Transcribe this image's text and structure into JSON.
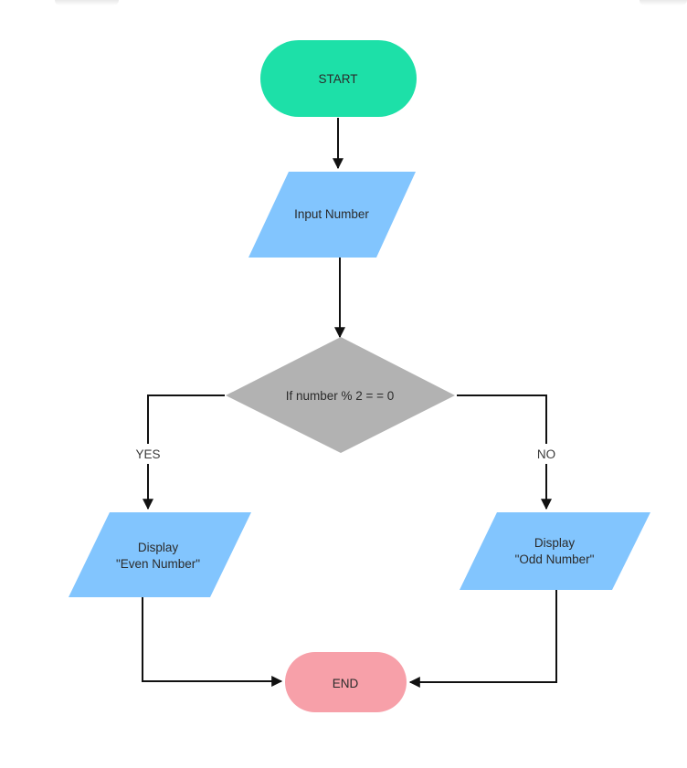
{
  "nodes": {
    "start": {
      "label": "START",
      "color": "#1de0a8"
    },
    "input": {
      "label": "Input Number",
      "color": "#82c5fe"
    },
    "decision": {
      "label": "If number % 2 = = 0",
      "color": "#b2b2b2"
    },
    "even": {
      "line1": "Display",
      "line2": "\"Even Number\"",
      "color": "#82c5fe"
    },
    "odd": {
      "line1": "Display",
      "line2": "\"Odd Number\"",
      "color": "#82c5fe"
    },
    "end": {
      "label": "END",
      "color": "#f7a0a9"
    }
  },
  "edges": {
    "yes_label": "YES",
    "no_label": "NO"
  }
}
